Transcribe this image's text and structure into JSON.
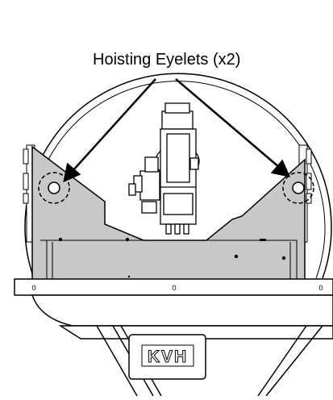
{
  "callout": {
    "label": "Hoisting Eyelets (x2)"
  },
  "logo": {
    "text": "KVH"
  },
  "base_markers": {
    "left": "0",
    "center": "0",
    "right": "0"
  },
  "colors": {
    "plate": "#c8c8c8",
    "line": "#000000",
    "background": "#ffffff"
  }
}
